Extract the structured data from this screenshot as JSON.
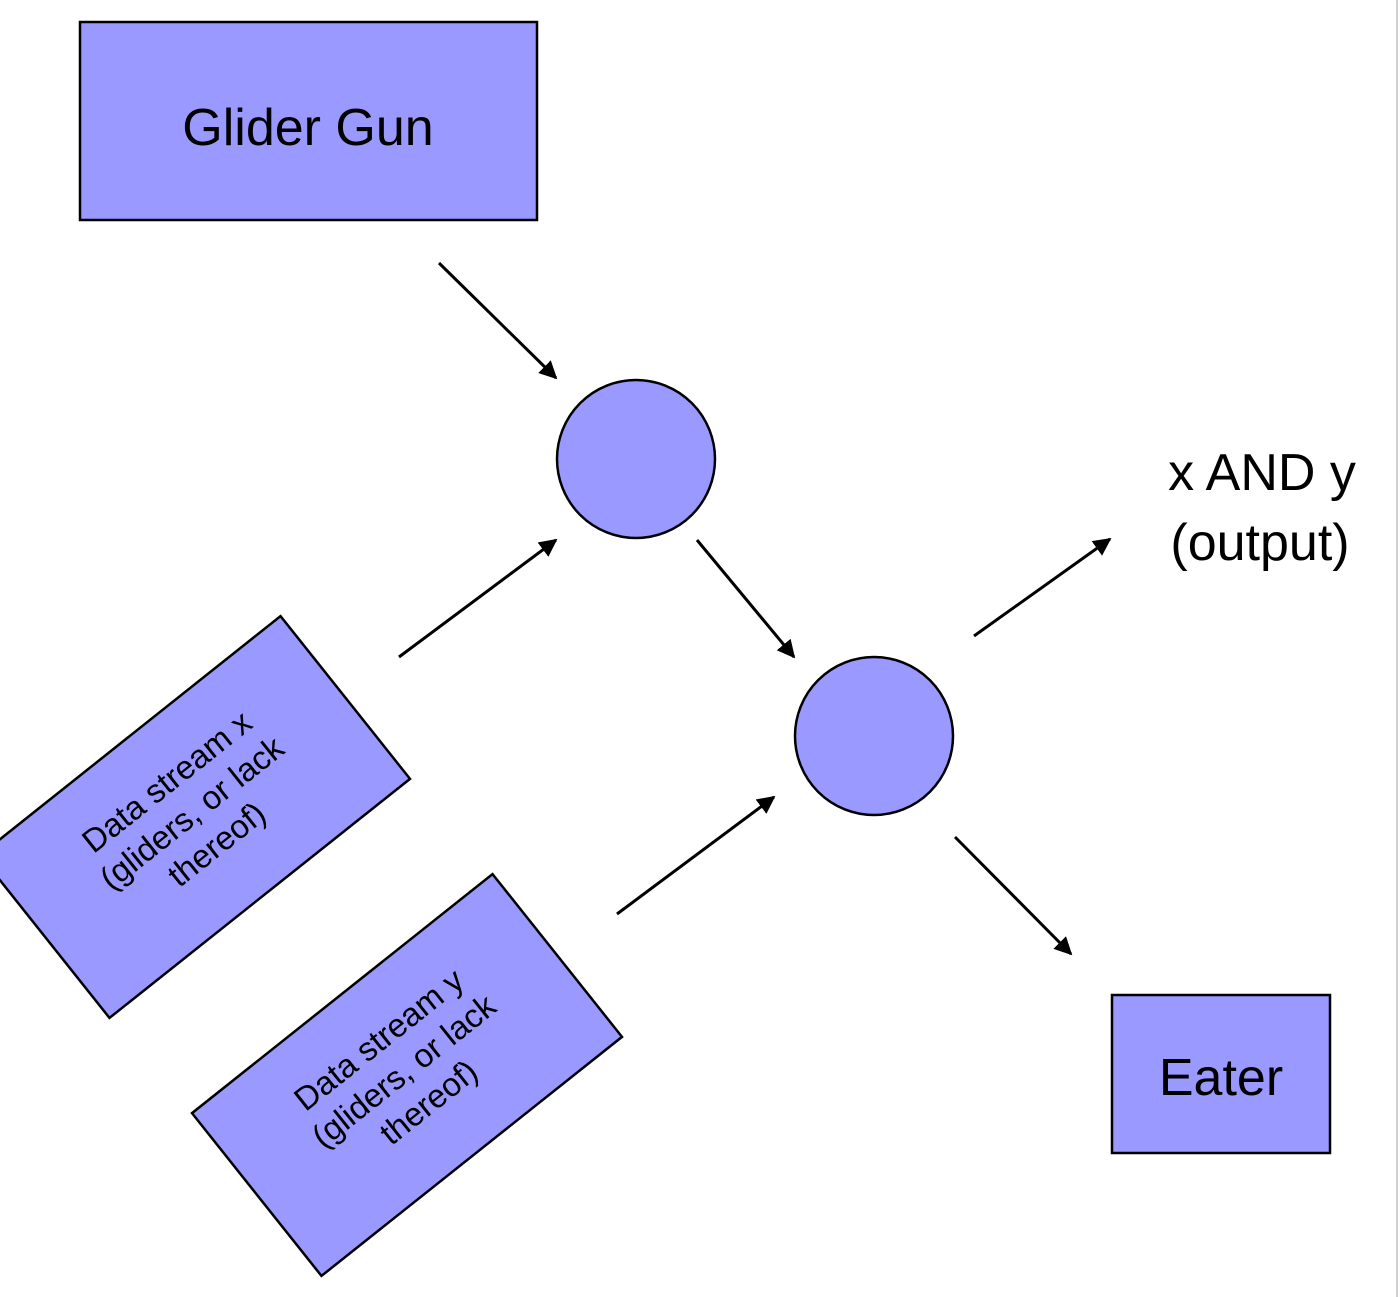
{
  "nodes": {
    "glider_gun": {
      "label": "Glider Gun"
    },
    "stream_x": {
      "lines": [
        "Data stream x",
        "(gliders, or lack",
        "thereof)"
      ]
    },
    "stream_y": {
      "lines": [
        "Data stream y",
        "(gliders, or lack",
        "thereof)"
      ]
    },
    "eater": {
      "label": "Eater"
    },
    "output": {
      "lines": [
        "x AND y",
        "(output)"
      ]
    }
  },
  "colors": {
    "node_fill": "#9999ff",
    "stroke": "#000000",
    "background": "#ffffff"
  },
  "edges": [
    {
      "from": "glider_gun",
      "to": "gate-1"
    },
    {
      "from": "stream_x",
      "to": "gate-1"
    },
    {
      "from": "gate-1",
      "to": "gate-2"
    },
    {
      "from": "stream_y",
      "to": "gate-2"
    },
    {
      "from": "gate-2",
      "to": "output"
    },
    {
      "from": "gate-2",
      "to": "eater"
    }
  ]
}
